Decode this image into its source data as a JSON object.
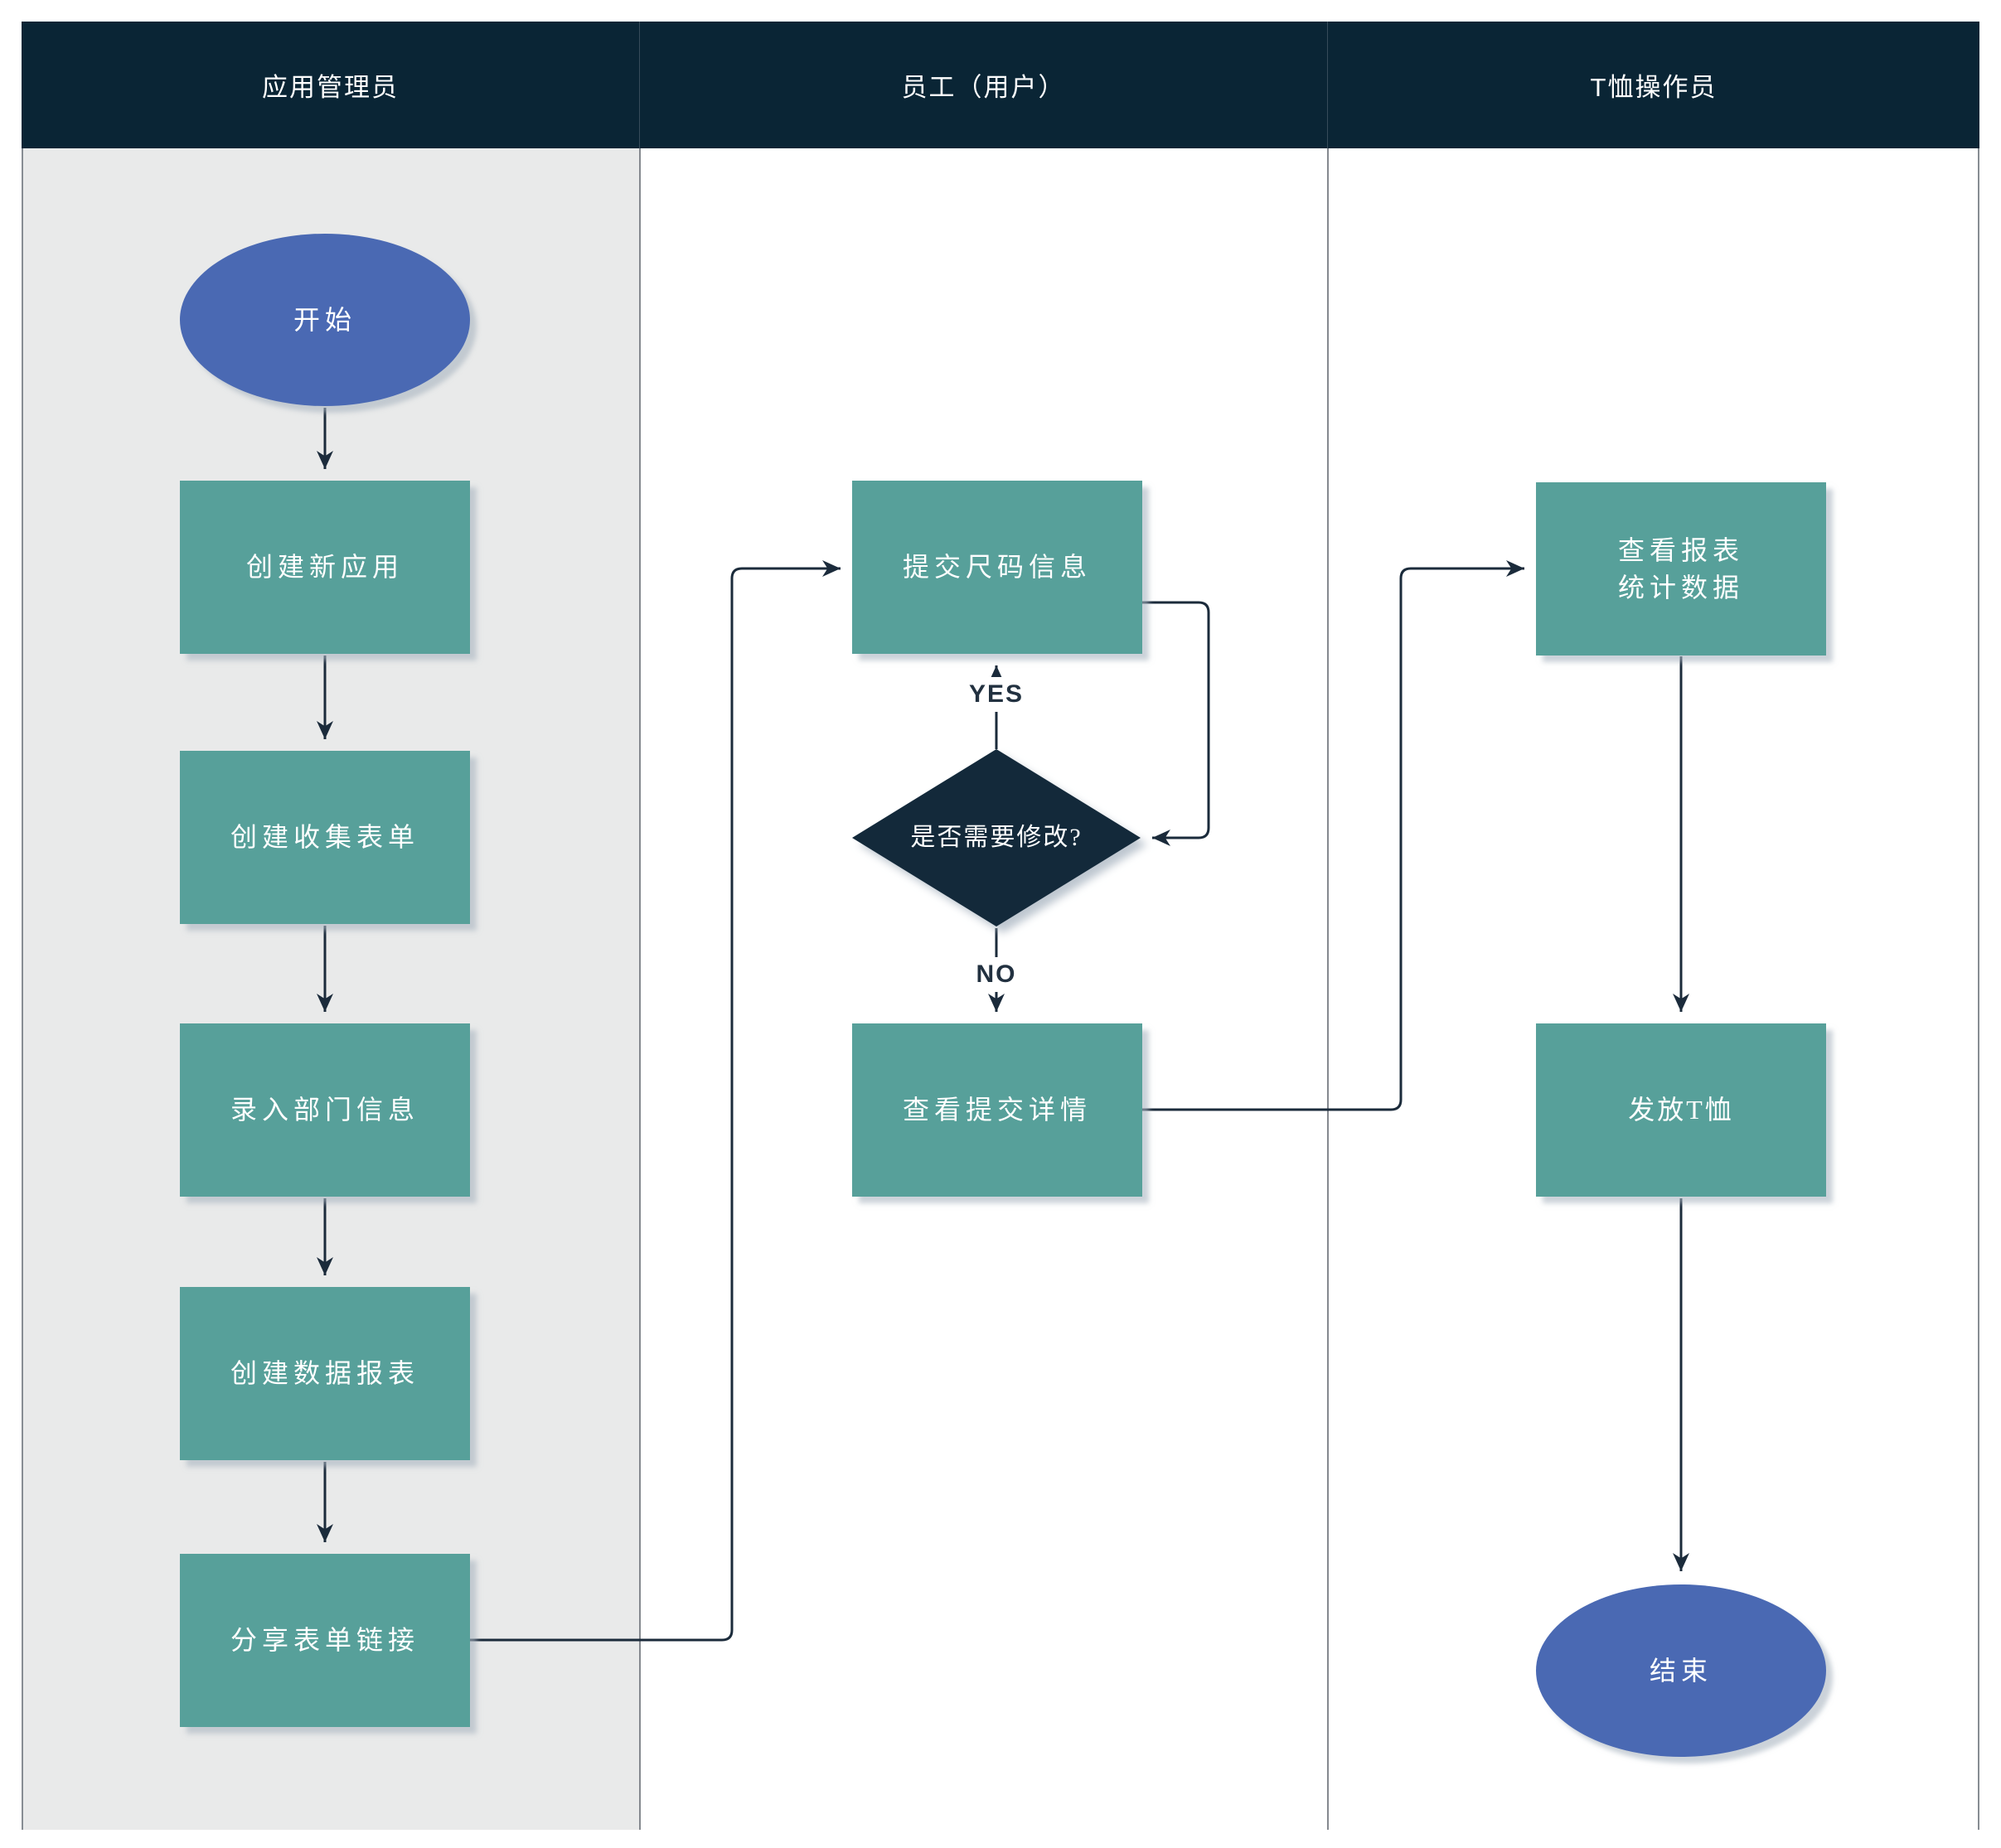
{
  "header": {
    "lanes": [
      {
        "label": "应用管理员"
      },
      {
        "label": "员工（用户）"
      },
      {
        "label": "T恤操作员"
      }
    ]
  },
  "nodes": {
    "start": "开始",
    "create_app": "创建新应用",
    "create_form": "创建收集表单",
    "enter_dept": "录入部门信息",
    "create_report": "创建数据报表",
    "share_link": "分享表单链接",
    "submit_size": "提交尺码信息",
    "need_modify": "是否需要修改?",
    "view_submission": "查看提交详情",
    "view_report_line1": "查看报表",
    "view_report_line2": "统计数据",
    "distribute_shirt": "发放T恤",
    "end": "结束"
  },
  "edge_labels": {
    "yes": "YES",
    "no": "NO"
  },
  "colors": {
    "header_bg": "#0A2535",
    "process_fill": "#57A09A",
    "terminator_fill": "#4A69B3",
    "decision_fill": "#13293A",
    "lane1_bg": "#E9EAEA",
    "connector": "#1B2B3B",
    "separator": "#85898F",
    "edge_label_text": "#223140"
  }
}
